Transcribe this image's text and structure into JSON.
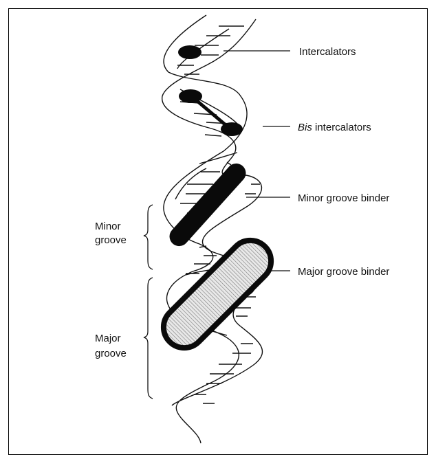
{
  "labels": {
    "intercalators": "Intercalators",
    "bis_prefix": "Bis",
    "bis_suffix": " intercalators",
    "minor_groove_binder": "Minor groove binder",
    "major_groove_binder": "Major groove binder",
    "minor_groove_line1": "Minor",
    "minor_groove_line2": "groove",
    "major_groove_line1": "Major",
    "major_groove_line2": "groove"
  },
  "colors": {
    "ink": "#111111",
    "binder_dark": "#0a0a0a",
    "binder_hatch": "#9a9a9a"
  }
}
